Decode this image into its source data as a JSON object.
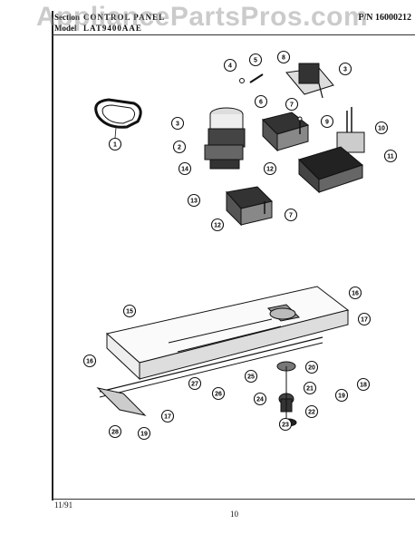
{
  "watermark": "AppliancePartsPros.com",
  "header": {
    "section_label": "Section",
    "section_value": "CONTROL PANEL",
    "model_label": "Model",
    "model_value": "LAT9400AAE",
    "part_number": "P/N 16000212"
  },
  "footer": {
    "date": "11/91",
    "page_number": "10"
  },
  "callouts": [
    "1",
    "2",
    "3",
    "3",
    "4",
    "5",
    "6",
    "7",
    "7",
    "8",
    "9",
    "10",
    "11",
    "12",
    "12",
    "13",
    "14",
    "15",
    "16",
    "16",
    "17",
    "17",
    "18",
    "19",
    "19",
    "20",
    "21",
    "22",
    "23",
    "24",
    "25",
    "26",
    "27",
    "28"
  ]
}
